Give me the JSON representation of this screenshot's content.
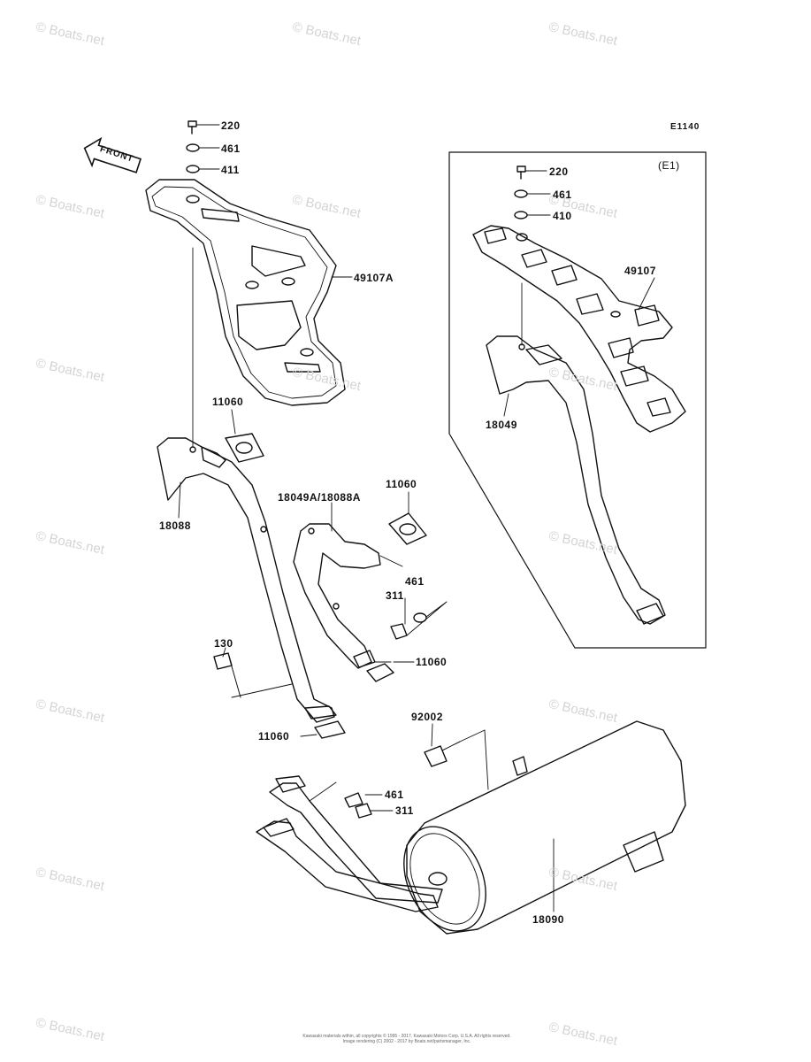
{
  "diagram_code": "E1140",
  "inset_label": "(E1)",
  "front_label": "FRONT",
  "watermark_text": "© Boats.net",
  "copyright_lines": [
    "Kawasaki materials within, all copyrights © 1995 - 2017, Kawasaki Motors Corp, U.S.A. All rights reserved.",
    "Image rendering (C) 2002 - 2017 by Boats.net/partsmanager, Inc."
  ],
  "part_labels": {
    "p220_main": "220",
    "p461_main": "461",
    "p411": "411",
    "p49107A": "49107A",
    "p11060_a": "11060",
    "p18088": "18088",
    "p18049A_18088A": "18049A/18088A",
    "p11060_b": "11060",
    "p461_mid": "461",
    "p311_mid": "311",
    "p11060_c": "11060",
    "p130": "130",
    "p11060_d": "11060",
    "p92002": "92002",
    "p461_low": "461",
    "p311_low": "311",
    "p18090": "18090",
    "p220_e1": "220",
    "p461_e1": "461",
    "p410": "410",
    "p49107": "49107",
    "p18049": "18049"
  }
}
